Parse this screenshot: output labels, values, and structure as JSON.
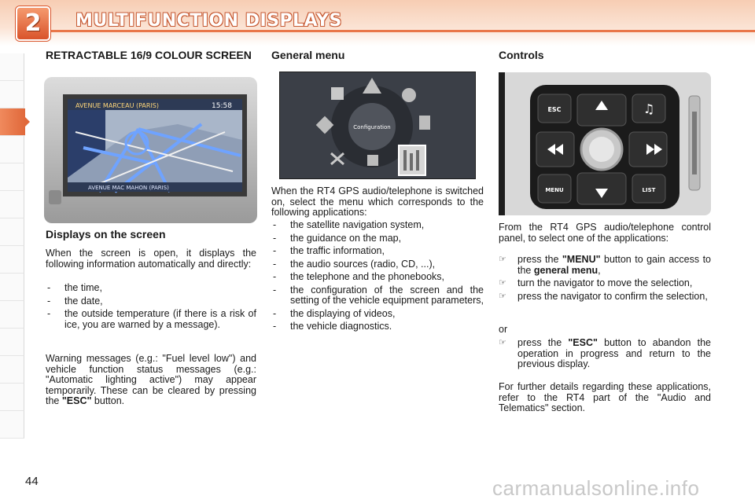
{
  "header": {
    "chapter": "2",
    "title": "MULTIFUNCTION DISPLAYS"
  },
  "col1": {
    "heading": "RETRACTABLE 16/9 COLOUR SCREEN",
    "screen_top_left": "AVENUE MARCEAU (PARIS)",
    "screen_top_right": "15:58",
    "screen_bottom": "AVENUE MAC MAHON (PARIS)",
    "subheading": "Displays on the screen",
    "intro": "When the screen is open, it displays the following information automatically and directly:",
    "items": [
      "the time,",
      "the date,",
      "the outside temperature (if there is a risk of ice, you are warned by a message)."
    ],
    "warning_pre": "Warning messages (e.g.: \"Fuel level low\") and vehicle function status messages (e.g.: \"Automatic lighting active\") may appear temporarily. These can be cleared by pressing the",
    "warning_bold": "\"ESC\"",
    "warning_post": " button."
  },
  "col2": {
    "heading": "General menu",
    "menu_center_label": "Configuration",
    "intro": "When the RT4 GPS audio/telephone is switched on, select the menu which corresponds to the following applications:",
    "items": [
      "the satellite navigation system,",
      "the guidance on the map,",
      "the traffic information,",
      "the audio sources (radio, CD, ...),",
      "the telephone and the phonebooks,",
      "the configuration of the screen and the setting of the vehicle equipment parameters,",
      "the displaying of videos,",
      "the vehicle diagnostics."
    ]
  },
  "col3": {
    "heading": "Controls",
    "btn_esc": "ESC",
    "btn_menu": "MENU",
    "btn_list": "LIST",
    "intro": "From the RT4 GPS audio/telephone control panel, to select one of the applications:",
    "step1_pre": "press the ",
    "step1_bold": "\"MENU\"",
    "step1_mid": " button to gain access to the ",
    "step1_bold2": "general menu",
    "step1_post": ",",
    "step2": "turn the navigator to move the selection,",
    "step3": "press the navigator to confirm the selection,",
    "or": "or",
    "step4_pre": "press the ",
    "step4_bold": "\"ESC\"",
    "step4_post": " button to abandon the operation in progress and return to the previous display.",
    "further": "For further details regarding these applications, refer to the RT4 part of the \"Audio and Telematics\" section."
  },
  "page_number": "44",
  "watermark": "carmanualsonline.info"
}
